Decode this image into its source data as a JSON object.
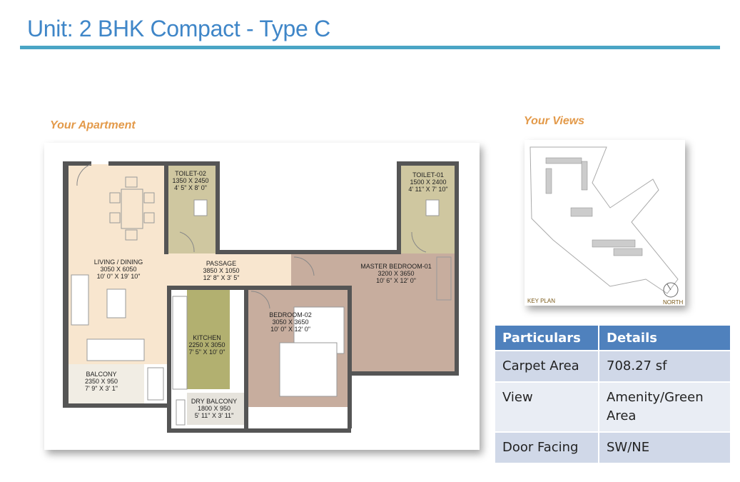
{
  "title": "Unit: 2 BHK Compact - Type C",
  "labels": {
    "apartment": "Your Apartment",
    "views": "Your Views"
  },
  "plan": {
    "living": [
      "LIVING / DINING",
      "3050 X 6050",
      "10' 0\" X 19' 10\""
    ],
    "toilet2": [
      "TOILET-02",
      "1350 X 2450",
      "4' 5\" X 8' 0\""
    ],
    "toilet1": [
      "TOILET-01",
      "1500 X 2400",
      "4' 11\" X 7' 10\""
    ],
    "passage": [
      "PASSAGE",
      "3850 X 1050",
      "12' 8\" X 3' 5\""
    ],
    "master": [
      "MASTER BEDROOM-01",
      "3200 X 3650",
      "10' 6\" X 12' 0\""
    ],
    "bedroom2": [
      "BEDROOM-02",
      "3050 X 3650",
      "10' 0\" X 12' 0\""
    ],
    "kitchen": [
      "KITCHEN",
      "2250 X 3050",
      "7' 5\" X 10' 0\""
    ],
    "balcony": [
      "BALCONY",
      "2350 X 950",
      "7' 9\" X 3' 1\""
    ],
    "drybalcony": [
      "DRY BALCONY",
      "1800 X 950",
      "5' 11\" X 3' 11\""
    ]
  },
  "keyplan": {
    "label": "KEY PLAN",
    "north": "NORTH"
  },
  "table": {
    "headers": [
      "Particulars",
      "Details"
    ],
    "rows": [
      {
        "label": "Carpet Area",
        "value": "708.27 sf"
      },
      {
        "label": "View",
        "value": "Amenity/Green Area"
      },
      {
        "label": "Door Facing",
        "value": "SW/NE"
      }
    ]
  },
  "colors": {
    "title": "#3f86c8",
    "rule": "#4aa5c5",
    "label": "#e39a4a",
    "table_header": "#4f81bd",
    "living": "#f8e6cf",
    "toilet": "#cfc7a0",
    "kitchen": "#b2b070",
    "bedroom": "#c7ad9e",
    "wall": "#555555"
  }
}
